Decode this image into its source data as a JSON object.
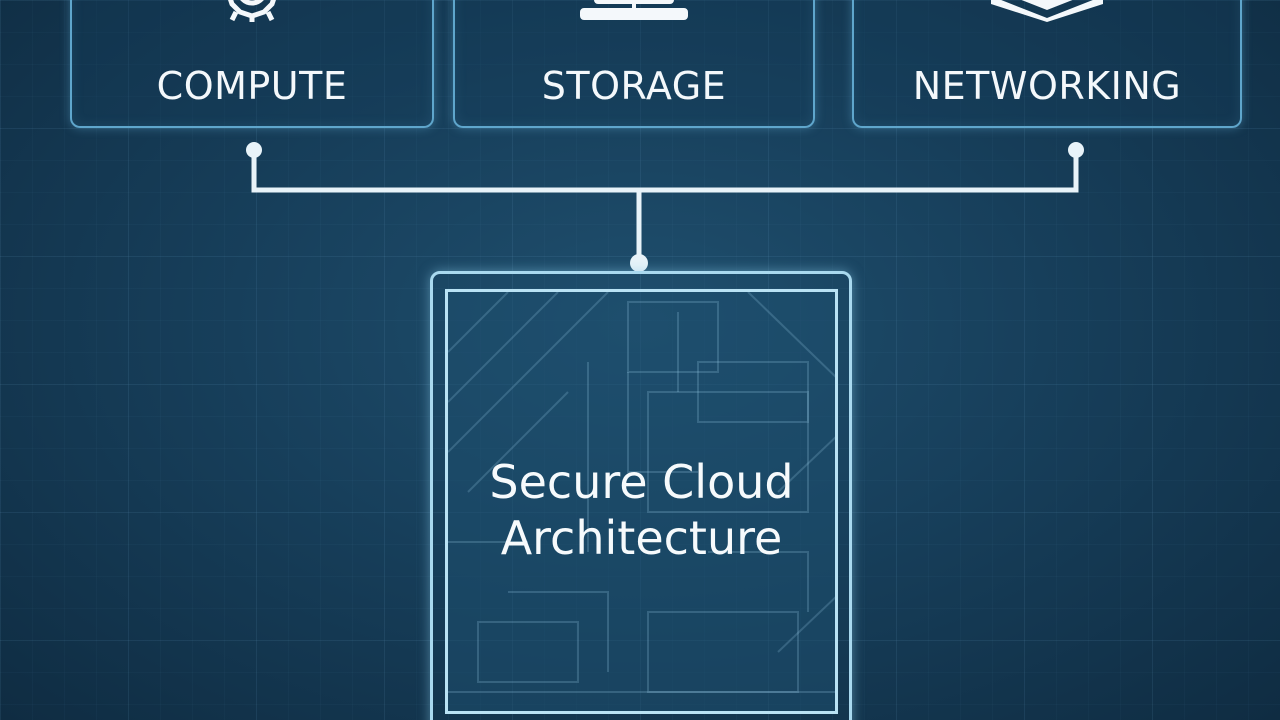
{
  "services": [
    {
      "id": "compute",
      "label": "COMPUTE",
      "icon": "gear-icon"
    },
    {
      "id": "storage",
      "label": "STORAGE",
      "icon": "computer-icon"
    },
    {
      "id": "networking",
      "label": "NETWORKING",
      "icon": "layers-icon"
    }
  ],
  "architecture": {
    "title_line1": "Secure Cloud",
    "title_line2": "Architecture"
  },
  "colors": {
    "background": "#173f5b",
    "box_border": "#5fa6cc",
    "connector": "#e8f3f9",
    "text": "#f4f8fb"
  }
}
